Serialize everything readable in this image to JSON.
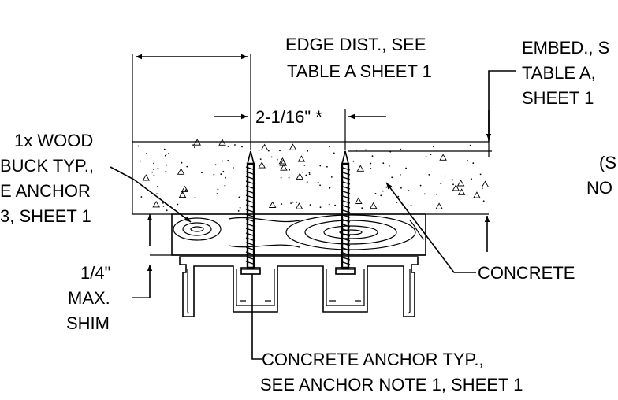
{
  "labels": {
    "edge_dist_1": "EDGE DIST., SEE",
    "edge_dist_2": "TABLE A SHEET 1",
    "embed_1": "EMBED., S",
    "embed_2": "TABLE A,",
    "embed_3": "SHEET 1",
    "spacing": "2-1/16\" *",
    "wood_buck_1": "1x WOOD",
    "wood_buck_2": "BUCK TYP.,",
    "wood_buck_3": "E ANCHOR",
    "wood_buck_4": "3, SHEET 1",
    "shim_1": "1/4\"",
    "shim_2": "MAX.",
    "shim_3": "SHIM",
    "concrete": "CONCRETE",
    "right_partial_1": "(S",
    "right_partial_2": "NO",
    "anchor_1": "CONCRETE ANCHOR TYP.,",
    "anchor_2": "SEE ANCHOR NOTE 1, SHEET 1"
  }
}
